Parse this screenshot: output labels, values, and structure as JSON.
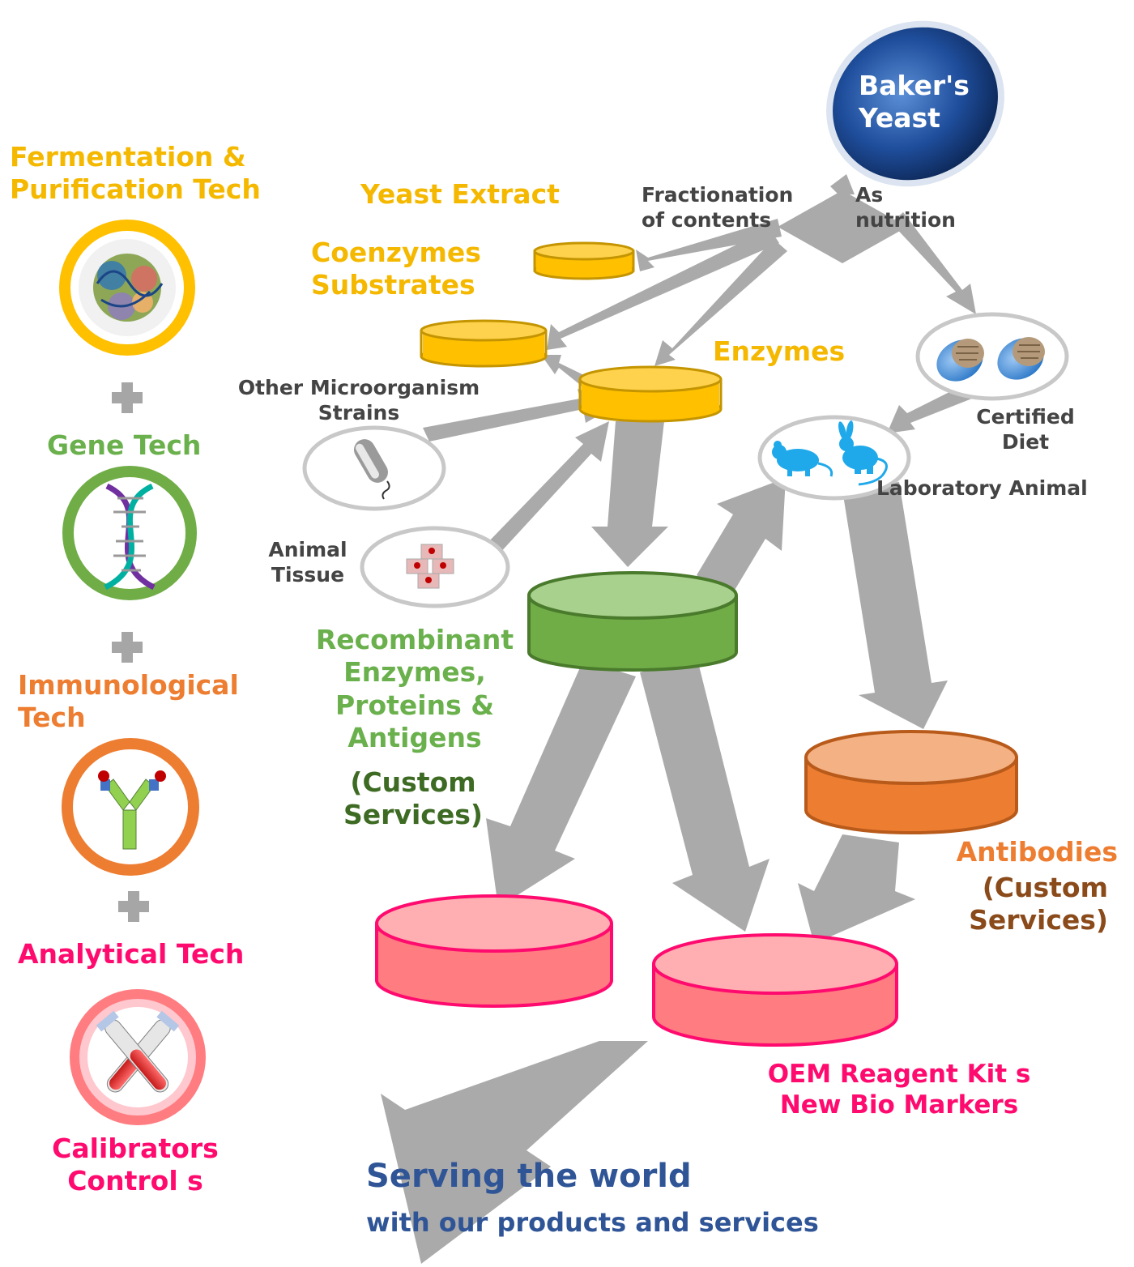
{
  "left_column": {
    "fermentation": [
      "Fermentation &",
      "Purification Tech"
    ],
    "gene": "Gene Tech",
    "immuno": [
      "Immunological",
      "Tech"
    ],
    "analytical": "Analytical Tech",
    "calibrators": [
      "Calibrators",
      "Control s"
    ]
  },
  "source": [
    "Baker's",
    "Yeast"
  ],
  "flow": {
    "fractionation": [
      "Fractionation",
      "of contents"
    ],
    "nutrition": [
      "As",
      "nutrition"
    ]
  },
  "products": {
    "yeast_extract": "Yeast Extract",
    "coenzymes": [
      "Coenzymes",
      "Substrates"
    ],
    "enzymes": "Enzymes",
    "other_strains": [
      "Other Microorganism",
      "Strains"
    ],
    "animal_tissue": [
      "Animal",
      "Tissue"
    ],
    "certified_diet": [
      "Certified",
      "Diet"
    ],
    "lab_animal": "Laboratory Animal",
    "recombinant": [
      "Recombinant",
      "Enzymes,",
      "Proteins &",
      "Antigens"
    ],
    "recombinant_custom": [
      "(Custom",
      "Services)"
    ],
    "antibodies": "Antibodies",
    "antibodies_custom": [
      "(Custom",
      "Services)"
    ],
    "oem": [
      "OEM Reagent Kit s",
      "New Bio Markers"
    ]
  },
  "footer": {
    "headline": "Serving the world",
    "subline": "with our products and services"
  },
  "colors": {
    "arrow": "#aaaaaa",
    "yellow": "#f5b800",
    "green": "#6ab04c",
    "orange": "#ed7d31",
    "pink": "#ff0a6e",
    "navy": "#2f5597",
    "yeast_blue": "#1f4e9c"
  },
  "icons": [
    "protein-structure-icon",
    "plus-icon",
    "dna-helix-icon",
    "antibody-icon",
    "test-tubes-icon",
    "bacterium-icon",
    "tissue-cells-icon",
    "diet-pellets-icon",
    "mouse-rabbit-icon"
  ]
}
